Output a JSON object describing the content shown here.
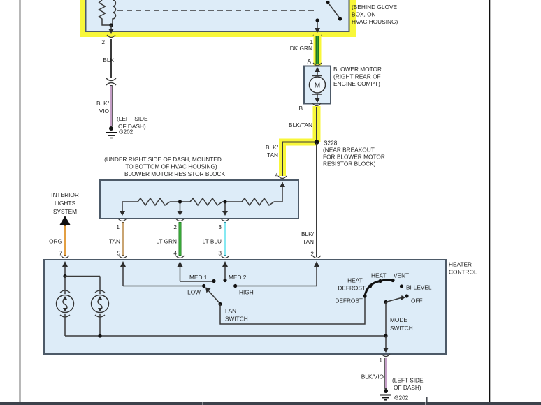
{
  "document": {
    "type": "automotive wiring diagram",
    "system": "blower motor / heater control circuit"
  },
  "colors": {
    "highlight_yellow": "#f8f73a",
    "box_fill": "#ddecf8",
    "box_border": "#4d5a68",
    "wire_black": "#3a3a3a",
    "dk_grn_core": "#2f9e35",
    "dk_grn_edge": "#1d6b22",
    "lt_grn_core": "#52d452",
    "lt_grn_edge": "#1f7a1f",
    "lt_blu_core": "#86e9f2",
    "lt_blu_edge": "#2e8fa0",
    "tan_core": "#c9a472",
    "tan_edge": "#6b5636",
    "org_core": "#e39f42",
    "org_edge": "#8a5a1a",
    "vio_core": "#d4a9d6",
    "page_border": "#101010",
    "bottom_bar": "#3d424b"
  },
  "labels": {
    "behind_glove": [
      "(BEHIND GLOVE",
      "BOX, ON",
      "HVAC HOUSING)"
    ],
    "relay_pin2": "2",
    "relay_pin1": "1",
    "blk": "BLK",
    "blk_vio_top": [
      "BLK/",
      "VIO"
    ],
    "left_dash_top": [
      "(LEFT SIDE",
      "OF DASH)"
    ],
    "ground_top": "G202",
    "dk_grn": "DK GRN",
    "motor_pin_a": "A",
    "motor_pin_b": "B",
    "motor_name": [
      "BLOWER MOTOR",
      "(RIGHT REAR OF",
      "ENGINE COMPT)"
    ],
    "motor_symbol": "M",
    "blk_tan": "BLK/TAN",
    "splice_id": "S228",
    "splice_note": [
      "(NEAR BREAKOUT",
      "FOR BLOWER MOTOR",
      "RESISTOR BLOCK)"
    ],
    "blk_tan_split": [
      "BLK/",
      "TAN"
    ],
    "rb_pin_in": "4",
    "rb_note": [
      "(UNDER RIGHT SIDE OF DASH, MOUNTED",
      "TO BOTTOM OF HVAC HOUSING)",
      "BLOWER MOTOR RESISTOR BLOCK"
    ],
    "interior_lights": [
      "INTERIOR",
      "LIGHTS",
      "SYSTEM"
    ],
    "org": "ORG",
    "tan": "TAN",
    "lt_grn": "LT GRN",
    "lt_blu": "LT BLU",
    "rb_pin1": "1",
    "rb_pin2": "2",
    "rb_pin3": "3",
    "hc_pin7": "7",
    "hc_pin5": "5",
    "hc_pin4": "4",
    "hc_pin3": "3",
    "hc_pin2": "2",
    "hc_pin1": "1",
    "blk_tan_split2": [
      "BLK/",
      "TAN"
    ],
    "heater_control": [
      "HEATER",
      "CONTROL"
    ],
    "fan_low": "LOW",
    "fan_med1": "MED 1",
    "fan_med2": "MED 2",
    "fan_high": "HIGH",
    "fan_switch": [
      "FAN",
      "SWITCH"
    ],
    "mode_defrost_contact": "DEFROST",
    "mode_heat_defrost": [
      "HEAT-",
      "DEFROST"
    ],
    "mode_heat": "HEAT",
    "mode_vent": "VENT",
    "mode_bi_level": "BI-LEVEL",
    "mode_off": "OFF",
    "mode_switch": [
      "MODE",
      "SWITCH"
    ],
    "blk_vio": "BLK/VIO",
    "left_dash_bottom": [
      "(LEFT SIDE",
      "OF DASH)"
    ],
    "ground_bottom": "G202"
  }
}
